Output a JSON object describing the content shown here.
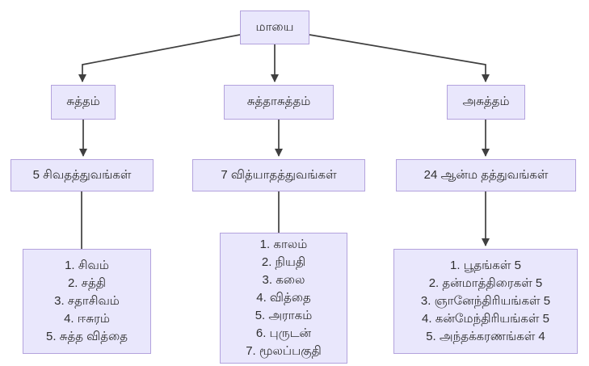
{
  "root": {
    "label": "மாயை"
  },
  "branches": [
    {
      "category": "சுத்தம்",
      "group": "5 சிவதத்துவங்கள்",
      "items": [
        "1. சிவம்",
        "2. சத்தி",
        "3. சதாசிவம்",
        "4. ஈசுரம்",
        "5. சுத்த வித்தை"
      ]
    },
    {
      "category": "சுத்தாசுத்தம்",
      "group": "7 வித்யாதத்துவங்கள்",
      "items": [
        "1. காலம்",
        "2. நியதி",
        "3. கலை",
        "4. வித்தை",
        "5. அராகம்",
        "6. புருடன்",
        "7. மூலப்பகுதி"
      ]
    },
    {
      "category": "அசுத்தம்",
      "group": "24 ஆன்ம தத்துவங்கள்",
      "items": [
        "1. பூதங்கள் 5",
        "2. தன்மாத்திரைகள் 5",
        "3. ஞானேந்திரியங்கள் 5",
        "4. கன்மேந்திரியங்கள் 5",
        "5. அந்தக்கரணங்கள் 4"
      ]
    }
  ],
  "colors": {
    "box_fill": "#e9e7fc",
    "box_border": "#b3a2dd",
    "line": "#3f3f3f",
    "text": "#2f2f2f",
    "canvas_bg": "#ffffff"
  }
}
